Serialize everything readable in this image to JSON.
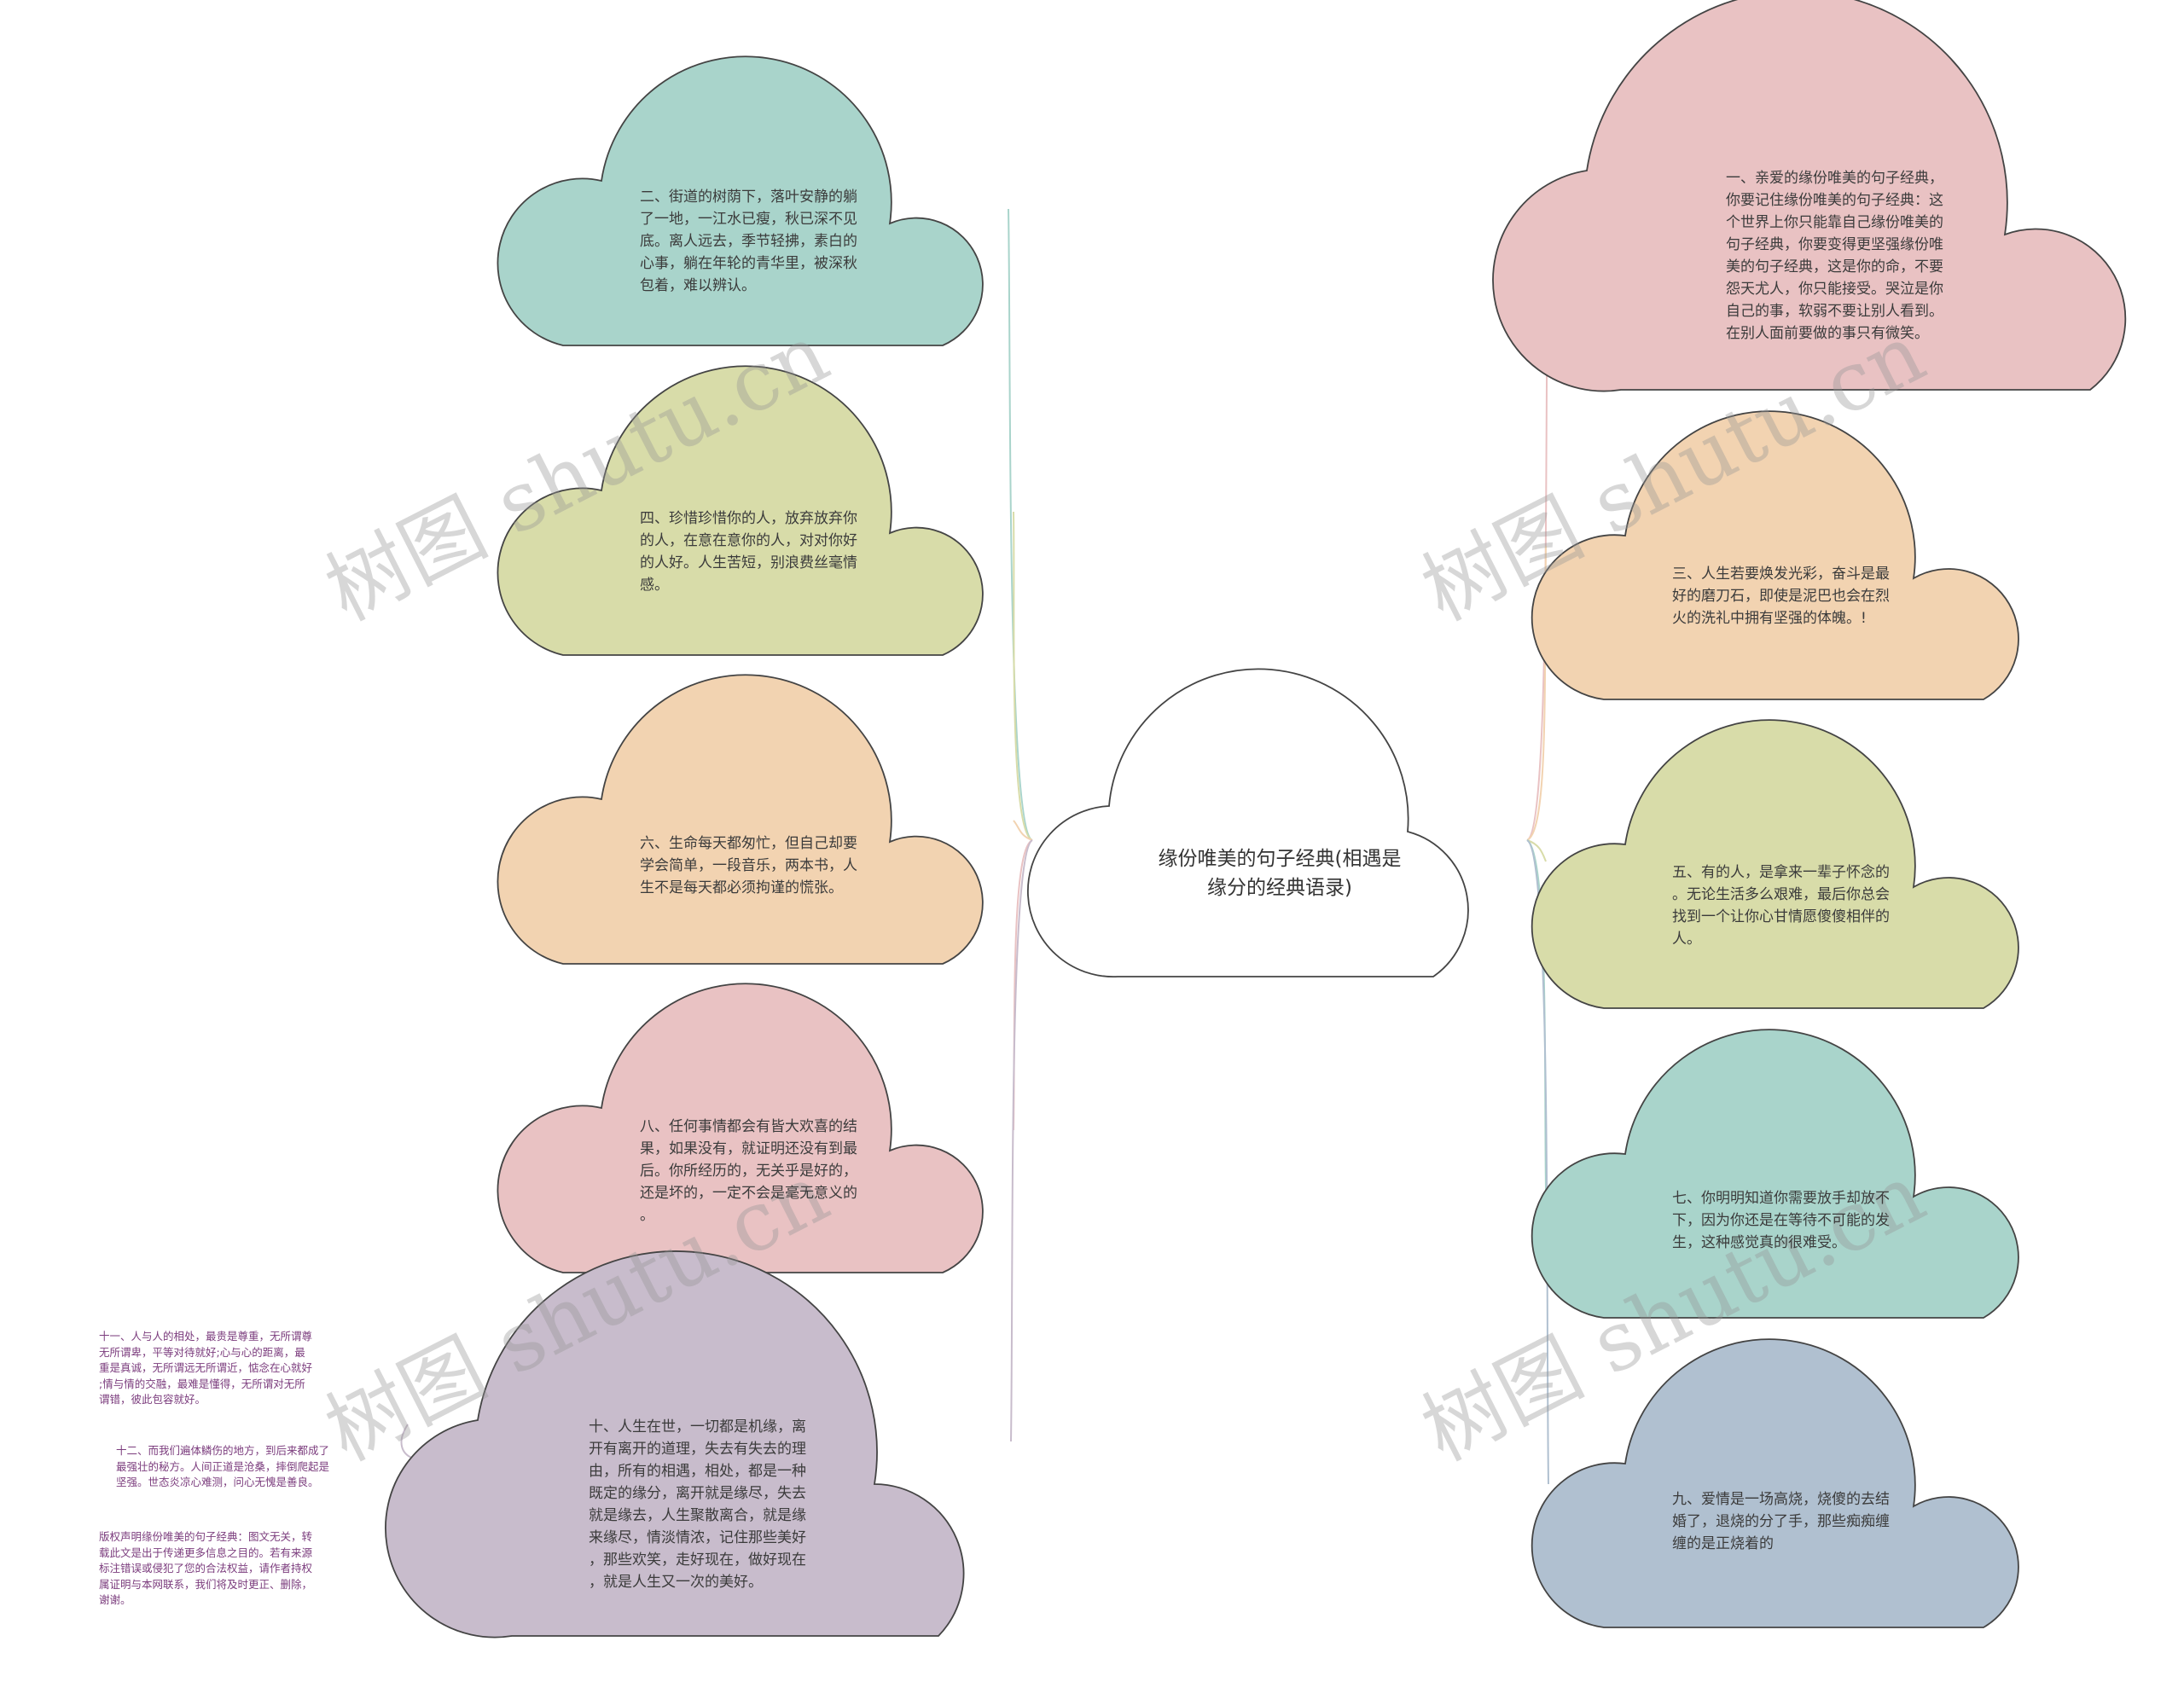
{
  "title": "缘份唯美的句子经典(相遇是缘分的经典语录)",
  "colors": {
    "teal": "#a9d4cb",
    "olive": "#d8dca9",
    "peach": "#f2d3b1",
    "pink": "#e9c2c3",
    "lavender": "#c8bccc",
    "blue_grey": "#b0c0d0",
    "outline": "#444444",
    "note_text": "#7b3c7d"
  },
  "nodes": {
    "n2": {
      "text": "二、街道的树荫下，落叶安静的躺\n了一地，一江水已瘦，秋已深不见\n底。离人远去，季节轻拂，素白的\n心事，躺在年轮的青华里，被深秋\n包着，难以辨认。",
      "color": "teal"
    },
    "n4": {
      "text": "四、珍惜珍惜你的人，放弃放弃你\n的人，在意在意你的人，对对你好\n的人好。人生苦短，别浪费丝毫情\n感。",
      "color": "olive"
    },
    "n6": {
      "text": "六、生命每天都匆忙，但自己却要\n学会简单，一段音乐，两本书，人\n生不是每天都必须拘谨的慌张。",
      "color": "peach"
    },
    "n8": {
      "text": "八、任何事情都会有皆大欢喜的结\n果，如果没有，就证明还没有到最\n后。你所经历的，无关乎是好的，\n还是坏的，一定不会是毫无意义的\n。",
      "color": "pink"
    },
    "n10": {
      "text": "十、人生在世，一切都是机缘，离\n开有离开的道理，失去有失去的理\n由，所有的相遇，相处，都是一种\n既定的缘分，离开就是缘尽，失去\n就是缘去，人生聚散离合，就是缘\n来缘尽，情淡情浓，记住那些美好\n，那些欢笑，走好现在，做好现在\n，就是人生又一次的美好。",
      "color": "lavender"
    },
    "n1": {
      "text": "一、亲爱的缘份唯美的句子经典，\n你要记住缘份唯美的句子经典：这\n个世界上你只能靠自己缘份唯美的\n句子经典，你要变得更坚强缘份唯\n美的句子经典，这是你的命，不要\n怨天尤人，你只能接受。哭泣是你\n自己的事，软弱不要让别人看到。\n在别人面前要做的事只有微笑。",
      "color": "pink"
    },
    "n3": {
      "text": "三、人生若要焕发光彩，奋斗是最\n好的磨刀石，即使是泥巴也会在烈\n火的洗礼中拥有坚强的体魄。!",
      "color": "peach"
    },
    "n5": {
      "text": "五、有的人，是拿来一辈子怀念的\n。无论生活多么艰难，最后你总会\n找到一个让你心甘情愿傻傻相伴的\n人。",
      "color": "olive"
    },
    "n7": {
      "text": "七、你明明知道你需要放手却放不\n下，因为你还是在等待不可能的发\n生，这种感觉真的很难受。",
      "color": "teal"
    },
    "n9": {
      "text": "九、爱情是一场高烧，烧傻的去结\n婚了，退烧的分了手，那些痴痴缠\n缠的是正烧着的",
      "color": "blue_grey"
    }
  },
  "notes": {
    "note11": "十一、人与人的相处，最贵是尊重，无所谓尊\n无所谓卑，平等对待就好;心与心的距离，最\n重是真诚，无所谓远无所谓近，惦念在心就好\n;情与情的交融，最难是懂得，无所谓对无所\n谓错，彼此包容就好。",
    "note12": "十二、而我们遍体鳞伤的地方，到后来都成了\n最强壮的秘方。人间正道是沧桑，摔倒爬起是\n坚强。世态炎凉心难测，问心无愧是善良。",
    "copyright": "版权声明缘份唯美的句子经典：图文无关，转\n载此文是出于传递更多信息之目的。若有来源\n标注错误或侵犯了您的合法权益，请作者持权\n属证明与本网联系，我们将及时更正、删除，\n谢谢。"
  },
  "watermark": "树图 shutu.cn"
}
